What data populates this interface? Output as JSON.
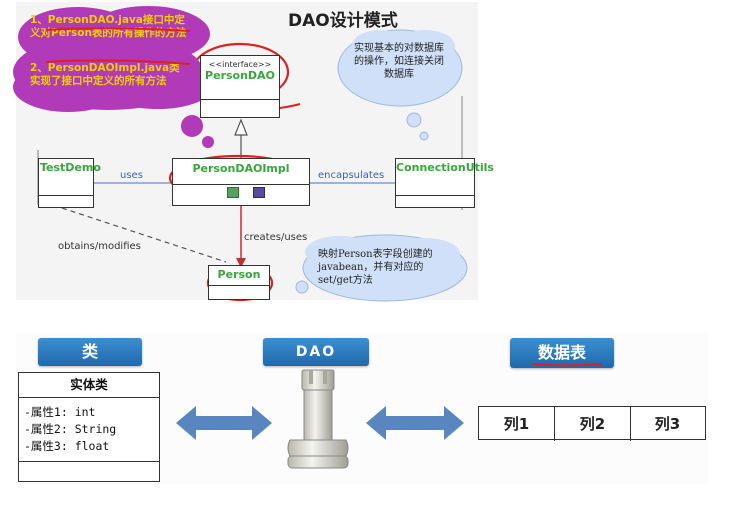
{
  "top": {
    "title": "DAO设计模式",
    "notes": {
      "item1": "1、PersonDAO.java接口中定义对Person表的所有操作的方法",
      "item2": "2、PersonDAOImpl.java类实现了接口中定义的所有方法"
    },
    "uml": {
      "interface_stereotype": "<<interface>>",
      "interface_name": "PersonDAO",
      "impl_name": "PersonDAOImpl",
      "test_name": "TestDemo",
      "util_name": "ConnectionUtils",
      "person_name": "Person",
      "label_uses": "uses",
      "label_encapsulates": "encapsulates",
      "label_creates": "creates/uses",
      "label_obtains": "obtains/modifies"
    },
    "cloud_right": "实现基本的对数据库的操作，如连接关闭数据库",
    "cloud_bottom": "映射Person表字段创建的javabean，并有对应的set/get方法"
  },
  "bottom": {
    "class_tag": "类",
    "dao_tag": "DAO",
    "table_tag": "数据表",
    "entity_title": "实体类",
    "attributes": [
      "-属性1: int",
      "-属性2: String",
      "-属性3: float"
    ],
    "columns": [
      "列1",
      "列2",
      "列3"
    ]
  },
  "colors": {
    "note_cloud": "#b13ab8",
    "note_text": "#f0d000",
    "info_cloud": "#cfe0f8",
    "red_marker": "#e02020",
    "tag_blue": "#2a7ec0",
    "arrow_blue": "#5a86c0",
    "uml_green": "#35a83a"
  }
}
